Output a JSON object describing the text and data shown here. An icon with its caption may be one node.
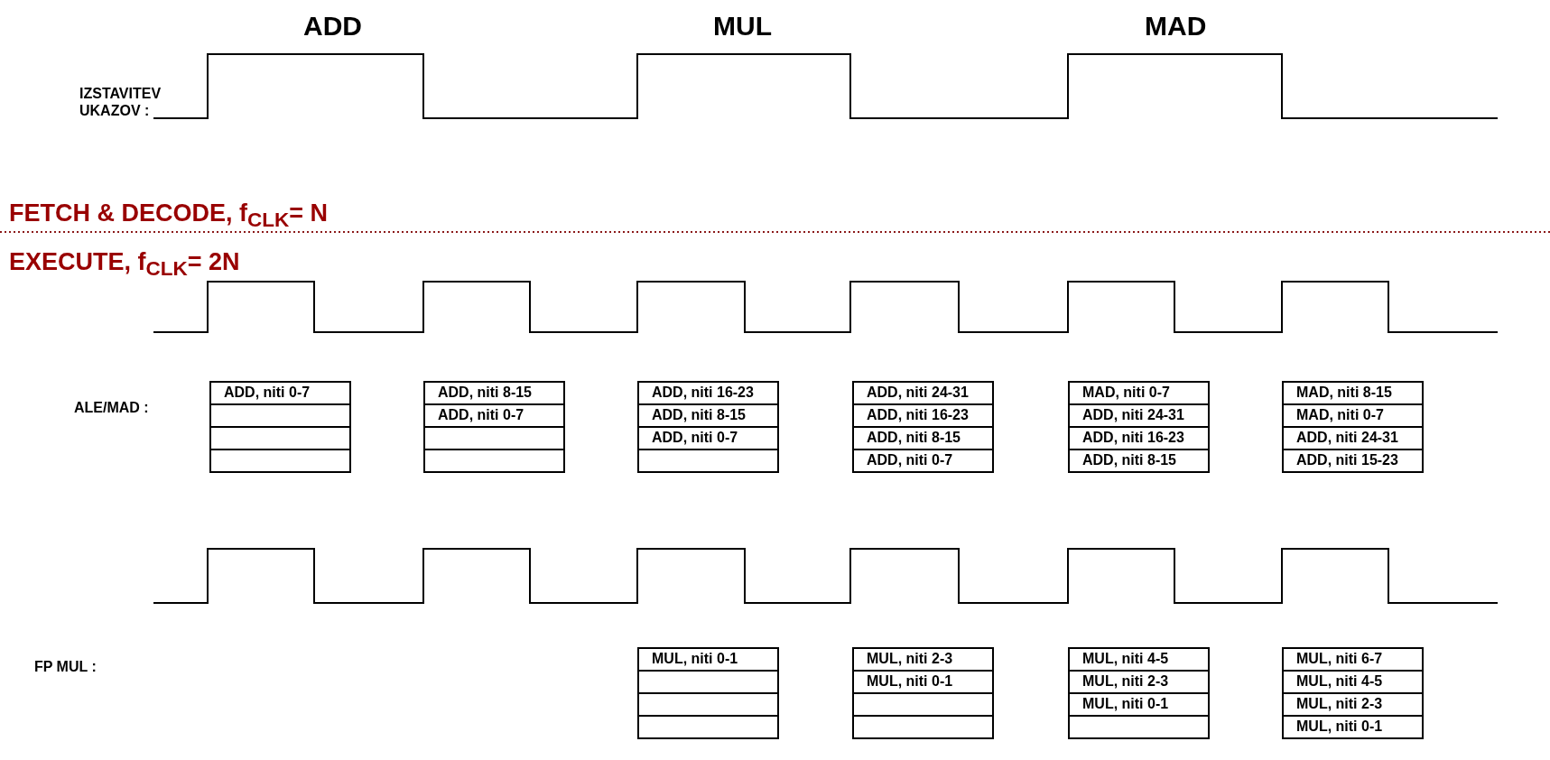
{
  "diagram": {
    "nodes": [
      {
        "text": [
          "ADD, niti 0-7"
        ]
      },
      {
        "text": [],
        "shape": "box"
      },
      {
        "text": [],
        "shape": "box"
      },
      {
        "text": [],
        "shape": "box"
      },
      {
        "text": [
          "ADD, niti 8-15"
        ]
      },
      {
        "text": [
          "ADD, niti 0-7"
        ]
      },
      {
        "text": [],
        "shape": "box"
      },
      {
        "text": [],
        "shape": "box"
      },
      {
        "text": [
          "ADD, niti 16-23"
        ]
      },
      {
        "text": [
          "ADD, niti 8-15"
        ]
      },
      {
        "text": [
          "ADD, niti 0-7"
        ]
      },
      {
        "text": [],
        "shape": "box"
      },
      {
        "text": [
          "ADD, niti 24-31"
        ]
      },
      {
        "text": [
          "ADD, niti 16-23"
        ]
      },
      {
        "text": [
          "ADD, niti 8-15"
        ]
      },
      {
        "text": [
          "ADD, niti 0-7"
        ]
      },
      {
        "text": [
          "MAD, niti 0-7"
        ]
      },
      {
        "text": [
          "ADD, niti 24-31"
        ]
      },
      {
        "text": [
          "ADD, niti 16-23"
        ]
      },
      {
        "text": [
          "ADD, niti 8-15"
        ]
      },
      {
        "text": [
          "MAD, niti 8-15"
        ]
      },
      {
        "text": [
          "MAD, niti 0-7"
        ]
      },
      {
        "text": [
          "ADD, niti 24-31"
        ]
      },
      {
        "text": [
          "ADD, niti 15-23"
        ]
      },
      {
        "text": [
          "MUL, niti 0-1"
        ]
      },
      {
        "text": [],
        "shape": "box"
      },
      {
        "text": [],
        "shape": "box"
      },
      {
        "text": [],
        "shape": "box"
      },
      {
        "text": [
          "MUL, niti 2-3"
        ]
      },
      {
        "text": [
          "MUL, niti 0-1"
        ]
      },
      {
        "text": [],
        "shape": "box"
      },
      {
        "text": [],
        "shape": "box"
      },
      {
        "text": [
          "MUL, niti 4-5"
        ]
      },
      {
        "text": [
          "MUL, niti 2-3"
        ]
      },
      {
        "text": [
          "MUL, niti 0-1"
        ]
      },
      {
        "text": [],
        "shape": "box"
      },
      {
        "text": [
          "MUL, niti 6-7"
        ]
      },
      {
        "text": [
          "MUL, niti 4-5"
        ]
      },
      {
        "text": [
          "MUL, niti 2-3"
        ]
      },
      {
        "text": [
          "MUL, niti 0-1"
        ]
      }
    ],
    "labels": [
      "ADD",
      "MUL",
      "MAD",
      "IZSTAVITEV UKAZOV :",
      "FETCH & DECODE, f$_{CLK}$= N",
      "EXECUTE, f$_{CLK}$= 2N",
      "ALE/MAD :",
      "FP MUL :"
    ]
  }
}
